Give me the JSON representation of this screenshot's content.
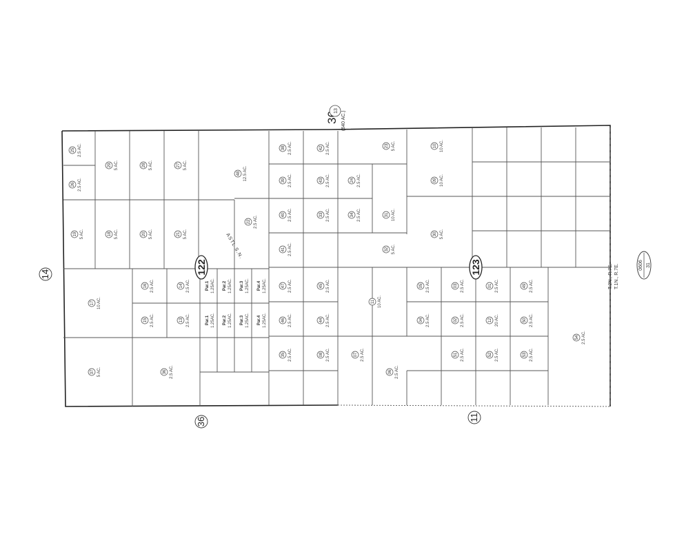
{
  "sheet": {
    "section_label": "36",
    "section_subnumber": "13",
    "section_area": "(640 AC.)",
    "book_number": "0606",
    "page_number": "31",
    "township_range_1": "T.2N., R.7E.",
    "township_range_2": "T.1N., R.7E."
  },
  "adjoining_sections": {
    "left": "14",
    "bottom_left": "36",
    "bottom_right": "11"
  },
  "blocks": [
    "122",
    "123"
  ],
  "street": "ASTL S.N.",
  "parcels": [
    {
      "num": "25",
      "acres": "2.5 AC."
    },
    {
      "num": "26",
      "acres": "2.5 AC."
    },
    {
      "num": "29",
      "acres": "5 AC."
    },
    {
      "num": "28",
      "acres": "5 AC."
    },
    {
      "num": "27",
      "acres": "5 AC."
    },
    {
      "num": "48",
      "acres": "12.5 AC."
    },
    {
      "num": "38",
      "acres": "2.5 AC."
    },
    {
      "num": "39",
      "acres": "2.5 AC."
    },
    {
      "num": "40",
      "acres": "2.5 AC."
    },
    {
      "num": "41",
      "acres": "2.5 AC."
    },
    {
      "num": "42",
      "acres": "2.5 AC."
    },
    {
      "num": "43",
      "acres": "2.5 AC."
    },
    {
      "num": "19",
      "acres": "5 AC."
    },
    {
      "num": "18",
      "acres": "5 AC."
    },
    {
      "num": "20",
      "acres": "5 AC."
    },
    {
      "num": "21",
      "acres": "5 AC."
    },
    {
      "num": "22",
      "acres": "2.5 AC."
    },
    {
      "num": "33",
      "acres": "2.5 AC."
    },
    {
      "num": "34",
      "acres": "2.5 AC."
    },
    {
      "num": "24",
      "acres": "2.5 AC."
    },
    {
      "num": "23",
      "acres": "5 AC."
    },
    {
      "num": "17",
      "acres": "10 AC."
    },
    {
      "num": "16",
      "acres": "2.5 AC."
    },
    {
      "num": "15",
      "acres": "2.5 AC."
    },
    {
      "num": "14",
      "acres": "2.5 AC."
    },
    {
      "num": "13",
      "acres": "2.5 AC."
    },
    {
      "num": "47",
      "acres": "2.5 AC."
    },
    {
      "num": "46",
      "acres": "2.5 AC."
    },
    {
      "num": "45",
      "acres": "2.5 AC."
    },
    {
      "num": "44",
      "acres": "2.5 AC."
    },
    {
      "num": "32",
      "acres": "5 AC."
    },
    {
      "num": "31",
      "acres": "10 AC."
    },
    {
      "num": "11",
      "acres": "10 AC."
    },
    {
      "num": "10",
      "acres": "10 AC."
    },
    {
      "num": "09",
      "acres": "10 AC."
    },
    {
      "num": "30",
      "acres": "5 AC."
    },
    {
      "num": "37",
      "acres": "5 AC."
    },
    {
      "num": "36",
      "acres": "2.5 AC."
    },
    {
      "num": "35",
      "acres": "2.5 AC."
    },
    {
      "num": "08",
      "acres": "2.5 AC."
    },
    {
      "num": "07",
      "acres": "2.5 AC."
    },
    {
      "num": "06",
      "acres": "2.5 AC."
    },
    {
      "num": "05",
      "acres": "2.5 AC."
    },
    {
      "num": "04",
      "acres": "2.5 AC."
    },
    {
      "num": "03",
      "acres": "2.5 AC."
    },
    {
      "num": "02",
      "acres": "2.5 AC."
    },
    {
      "num": "01",
      "acres": "2.5 AC."
    },
    {
      "num": "12",
      "acres": "20 AC."
    },
    {
      "num": "49",
      "acres": "2.5 AC."
    },
    {
      "num": "50",
      "acres": "2.5 AC."
    },
    {
      "num": "51",
      "acres": "2.5 AC."
    },
    {
      "num": "52",
      "acres": "2.5 AC."
    },
    {
      "num": "53",
      "acres": "2.5 AC."
    },
    {
      "num": "54",
      "acres": "2.5 AC."
    }
  ],
  "sub_parcels": [
    {
      "label": "Par.1",
      "area": "1.25AC."
    },
    {
      "label": "Par.2",
      "area": "1.25AC."
    },
    {
      "label": "Par.3",
      "area": "1.25AC."
    },
    {
      "label": "Par.4",
      "area": "1.25AC."
    },
    {
      "label": "Par.1",
      "area": "1.25AC."
    },
    {
      "label": "Par.2",
      "area": "1.25AC."
    },
    {
      "label": "Par.3",
      "area": "1.25AC."
    },
    {
      "label": "Par.4",
      "area": "1.25AC."
    }
  ]
}
